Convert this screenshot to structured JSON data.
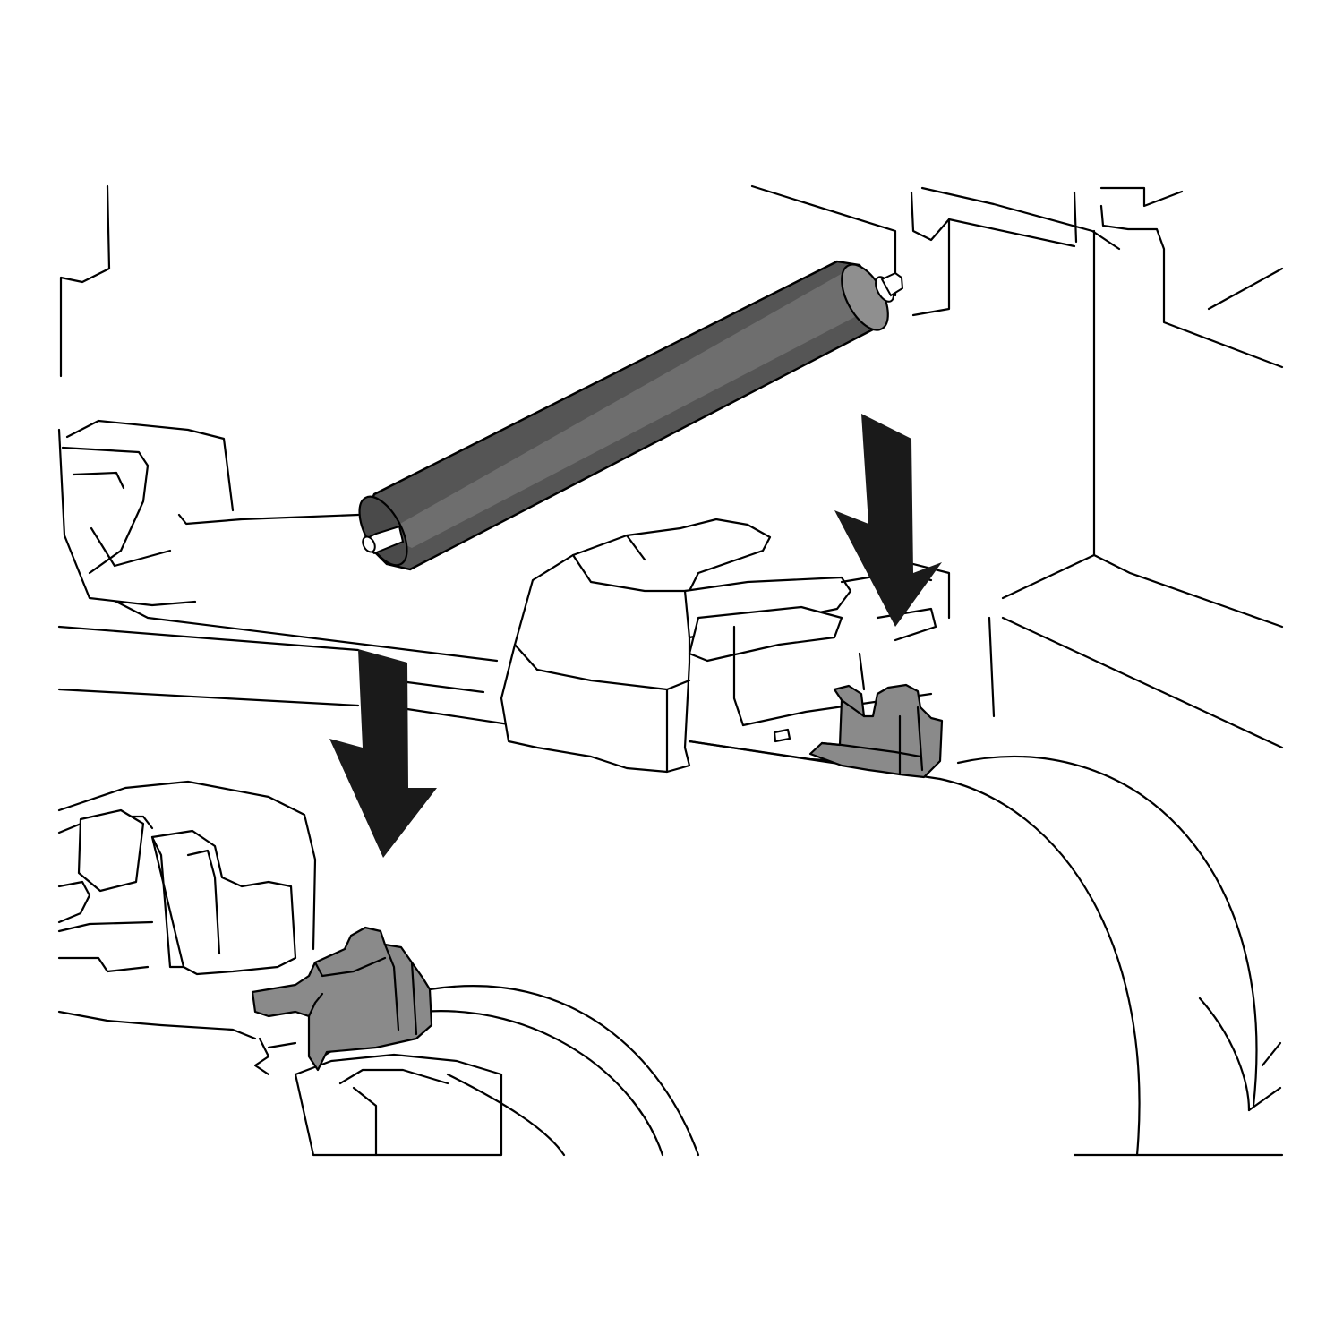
{
  "figure": {
    "kind": "installation diagram",
    "parts": [
      "roller",
      "roller-holder-left",
      "roller-holder-right",
      "arrow-left",
      "arrow-right",
      "paper-roll"
    ]
  },
  "colors": {
    "outline": "#000000",
    "background": "#ffffff",
    "roller_body": "#555555",
    "roller_highlight": "#6e6e6e",
    "roller_shaft": "#ffffff",
    "holder_fill": "#8a8a8a",
    "arrow_fill": "#1a1a1a"
  }
}
